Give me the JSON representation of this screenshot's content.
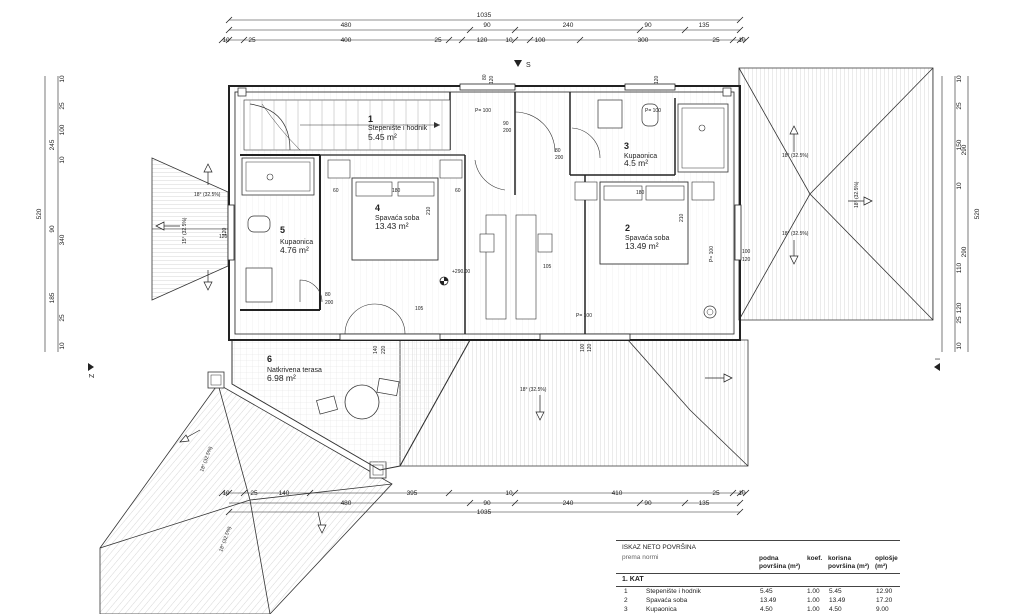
{
  "dims": {
    "top": {
      "total": "1035",
      "row1": [
        "480",
        "90",
        "240",
        "90",
        "135"
      ],
      "row2": [
        "10",
        "25",
        "400",
        "25",
        "120",
        "10",
        "100",
        "300",
        "25",
        "10"
      ]
    },
    "bottom": {
      "total": "1035",
      "row1": [
        "10",
        "25",
        "140",
        "480",
        "395",
        "10",
        "410",
        "25",
        "10"
      ],
      "row2": [
        "90",
        "240",
        "90",
        "135"
      ]
    },
    "left": {
      "total": "520",
      "outer": [
        "245",
        "90",
        "185"
      ],
      "inner": [
        "10",
        "25",
        "100",
        "10",
        "340",
        "25",
        "10"
      ]
    },
    "right": {
      "total": "520",
      "outer": [
        "290",
        "290"
      ],
      "inner": [
        "10",
        "25",
        "150",
        "10",
        "110",
        "120",
        "25",
        "10"
      ]
    }
  },
  "openings": [
    "80",
    "120",
    "P= 100",
    "90",
    "200",
    "80",
    "200",
    "120",
    "P= 100",
    "P= 100",
    "100",
    "120",
    "100",
    "120",
    "P= 100",
    "80",
    "200",
    "120",
    "140",
    "220",
    "120",
    "180",
    "180",
    "210",
    "210",
    "105",
    "105",
    "60",
    "60"
  ],
  "rooms": [
    {
      "num": "1",
      "name": "Stepenište i hodnik",
      "area": "5.45 m²"
    },
    {
      "num": "2",
      "name": "Spavaća soba",
      "area": "13.49 m²"
    },
    {
      "num": "3",
      "name": "Kupaonica",
      "area": "4.5 m²"
    },
    {
      "num": "4",
      "name": "Spavaća soba",
      "area": "13.43 m²"
    },
    {
      "num": "5",
      "name": "Kupaonica",
      "area": "4.76 m²"
    },
    {
      "num": "6",
      "name": "Natkrivena terasa",
      "area": "6.98 m²"
    }
  ],
  "roofs": [
    "18° (32.5%)",
    "18° (32.5%)",
    "18° (32.5%)",
    "18° (32.5%)",
    "15° (32.5%)",
    "18° (32.5%)",
    "18° (32.5%)",
    "18° (32.5%)"
  ],
  "level": "+290.00",
  "compass": [
    "S",
    "Z",
    "I"
  ],
  "area_table": {
    "title": "ISKAZ NETO POVRŠINA",
    "subtitle": "prema normi",
    "headers": [
      "podna površina (m²)",
      "koef.",
      "korisna površina (m²)",
      "oplošje (m²)"
    ],
    "section": "1. KAT",
    "rows": [
      {
        "num": "1",
        "name": "Stepenište i hodnik",
        "floor": "5.45",
        "coef": "1.00",
        "usable": "5.45",
        "envelope": "12.90"
      },
      {
        "num": "2",
        "name": "Spavaća soba",
        "floor": "13.49",
        "coef": "1.00",
        "usable": "13.49",
        "envelope": "17.20"
      },
      {
        "num": "3",
        "name": "Kupaonica",
        "floor": "4.50",
        "coef": "1.00",
        "usable": "4.50",
        "envelope": "9.00"
      }
    ]
  }
}
